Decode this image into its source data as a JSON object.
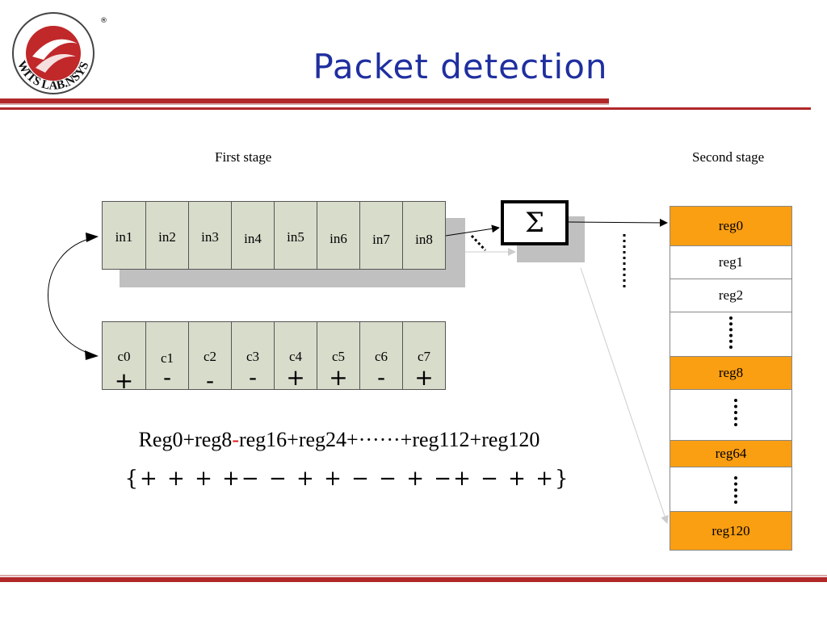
{
  "title": "Packet detection",
  "logo": {
    "text": "WITS LAB.NSYSU"
  },
  "stages": {
    "first": "First stage",
    "second": "Second stage"
  },
  "inputs": [
    "in1",
    "in2",
    "in3",
    "in4",
    "in5",
    "in6",
    "in7",
    "in8"
  ],
  "coeffs": [
    {
      "label": "c0",
      "sign": "+"
    },
    {
      "label": "c1",
      "sign": "-"
    },
    {
      "label": "c2",
      "sign": "-"
    },
    {
      "label": "c3",
      "sign": "-"
    },
    {
      "label": "c4",
      "sign": "+"
    },
    {
      "label": "c5",
      "sign": "+"
    },
    {
      "label": "c6",
      "sign": "-"
    },
    {
      "label": "c7",
      "sign": "+"
    }
  ],
  "sigma": "Σ",
  "registers": [
    "reg0",
    "reg1",
    "reg2",
    "reg8",
    "reg64",
    "reg120"
  ],
  "formula": {
    "part1": "Reg0+reg8",
    "part2": "-",
    "part3": "reg16+reg24+······+reg112+reg120"
  },
  "sign_sequence": "{+ + + +− − + + − − + −+ − + +}",
  "colors": {
    "title": "#1f2f9f",
    "rule": "#b0282a",
    "highlight": "#fa9e12",
    "cell": "#d8dccb"
  }
}
